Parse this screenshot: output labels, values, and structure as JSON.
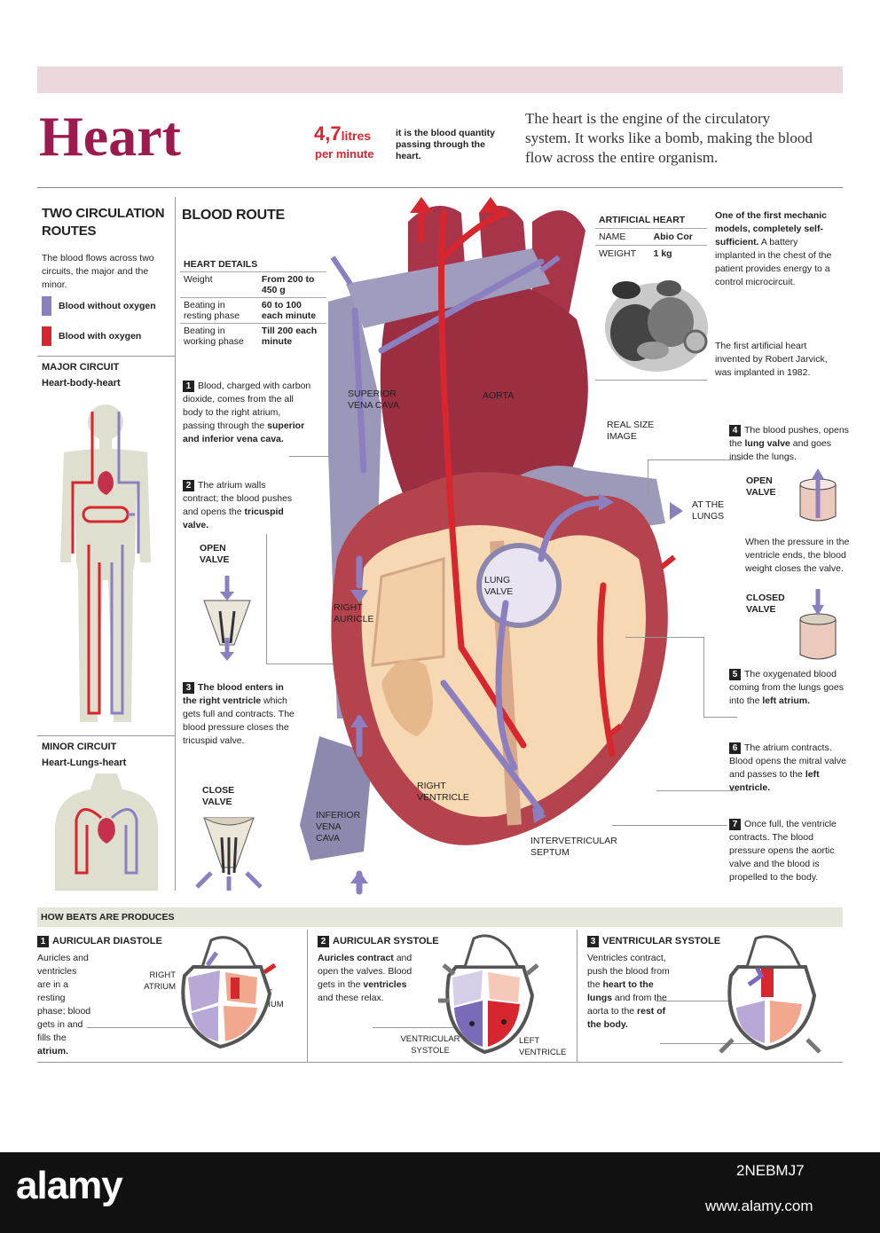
{
  "header": {
    "title": "Heart",
    "stat_value": "4,7",
    "stat_unit": "litres",
    "stat_per": "per minute",
    "stat_desc": "it is the blood quantity passing through the heart.",
    "intro": "The heart is the engine of the circulatory system. It works like a bomb, making the blood flow across the entire organism."
  },
  "circulation": {
    "title_line1": "TWO CIRCULATION",
    "title_line2": "ROUTES",
    "desc": "The blood flows across two circuits, the major and the minor.",
    "legend": [
      {
        "label": "Blood without oxygen",
        "color": "#8c7fc0"
      },
      {
        "label": "Blood with oxygen",
        "color": "#d7262e"
      }
    ],
    "major_title": "MAJOR CIRCUIT",
    "major_sub": "Heart-body-heart",
    "minor_title": "MINOR CIRCUIT",
    "minor_sub": "Heart-Lungs-heart"
  },
  "route": {
    "title": "BLOOD ROUTE",
    "details_title": "HEART DETAILS",
    "details": [
      {
        "label": "Weight",
        "value": "From 200 to 450 g"
      },
      {
        "label": "Beating in resting phase",
        "value": "60 to 100 each minute"
      },
      {
        "label": "Beating in working phase",
        "value": "Till 200 each minute"
      }
    ],
    "step1_num": "1",
    "step1_a": "Blood, charged with carbon dioxide, comes from the all body to the right atrium, passing through the ",
    "step1_b": "superior and inferior vena cava.",
    "step2_num": "2",
    "step2_a": "The atrium walls contract; the blood pushes and opens the ",
    "step2_b": "tricuspid valve.",
    "open_valve": "OPEN VALVE",
    "step3_num": "3",
    "step3_a": "The blood enters in the right ventricle",
    "step3_b": " which gets full and contracts. The blood pressure closes the tricuspid valve.",
    "close_valve": "CLOSE VALVE"
  },
  "heart_labels": {
    "svc": "SUPERIOR VENA CAVA",
    "aorta": "AORTA",
    "real_size": "REAL SIZE IMAGE",
    "at_lungs": "AT THE LUNGS",
    "lung_valve": "LUNG VALVE",
    "right_auricle": "RIGHT AURICLE",
    "right_ventricle": "RIGHT VENTRICLE",
    "ivc": "INFERIOR VENA CAVA",
    "septum": "INTERVETRICULAR SEPTUM"
  },
  "artificial": {
    "title": "ARTIFICIAL HEART",
    "name_label": "NAME",
    "name_value": "Abio Cor",
    "weight_label": "WEIGHT",
    "weight_value": "1 kg",
    "desc_a": "One of the first mechanic models, completely self-sufficient.",
    "desc_b": " A battery implanted in the chest of the patient provides energy to a control microcircuit.",
    "jarvick": "The first artificial heart invented by Robert Jarvick, was implanted in 1982."
  },
  "right_steps": {
    "s4_num": "4",
    "s4_a": "The blood pushes, opens the ",
    "s4_b": "lung valve",
    "s4_c": " and goes inside the lungs.",
    "open_valve": "OPEN VALVE",
    "pressure": "When the pressure in the ventricle ends, the blood weight closes the valve.",
    "closed_valve": "CLOSED VALVE",
    "s5_num": "5",
    "s5_a": "The oxygenated blood coming from the lungs goes into the ",
    "s5_b": "left atrium.",
    "s6_num": "6",
    "s6_a": "The atrium contracts. Blood opens the mitral valve and passes to the ",
    "s6_b": "left ventricle.",
    "s7_num": "7",
    "s7": "Once full, the ventricle contracts. The blood pressure opens the aortic valve and the blood is propelled to the body."
  },
  "beats": {
    "title": "HOW BEATS ARE PRODUCES",
    "b1_num": "1",
    "b1_title": "AURICULAR DIASTOLE",
    "b1_a": "Auricles and ventricles are in a resting phase; blood gets in and fills the ",
    "b1_b": "atrium.",
    "b1_right_atrium": "RIGHT ATRIUM",
    "b1_left_atrium": "LEFT ATRIUM",
    "b2_num": "2",
    "b2_title": "AURICULAR SYSTOLE",
    "b2_a": "Auricles contract",
    "b2_b": " and open the valves. Blood gets in the ",
    "b2_c": "ventricles",
    "b2_d": " and these relax.",
    "b2_vent_sys": "VENTRICULAR SYSTOLE",
    "b2_left_vent": "LEFT VENTRICLE",
    "b3_num": "3",
    "b3_title": "VENTRICULAR SYSTOLE",
    "b3_a": "Ventricles contract, push the blood from the ",
    "b3_b": "heart to the lungs",
    "b3_c": " and from the aorta to the ",
    "b3_d": "rest of the body."
  },
  "banner": {
    "logo": "alamy",
    "id": "2NEBMJ7",
    "url": "www.alamy.com"
  },
  "colors": {
    "title": "#9b1b4e",
    "accent_red": "#d7262e",
    "deoxygenated": "#8c7fc0",
    "heart_muscle": "#b4434d",
    "heart_inner": "#f6d8b3"
  }
}
